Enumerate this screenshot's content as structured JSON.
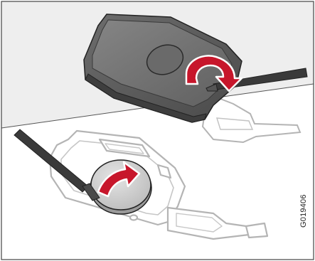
{
  "figure": {
    "code": "G019406",
    "colors": {
      "panel_bg": "#eeeeee",
      "border": "#444444",
      "key_dark": "#5e5e5e",
      "key_outline": "#9a9a9a",
      "arrow": "#c7162b",
      "battery": "#cfcfcf"
    },
    "parts": [
      "key-casing",
      "screwdriver",
      "battery",
      "rotation-arrow"
    ]
  }
}
